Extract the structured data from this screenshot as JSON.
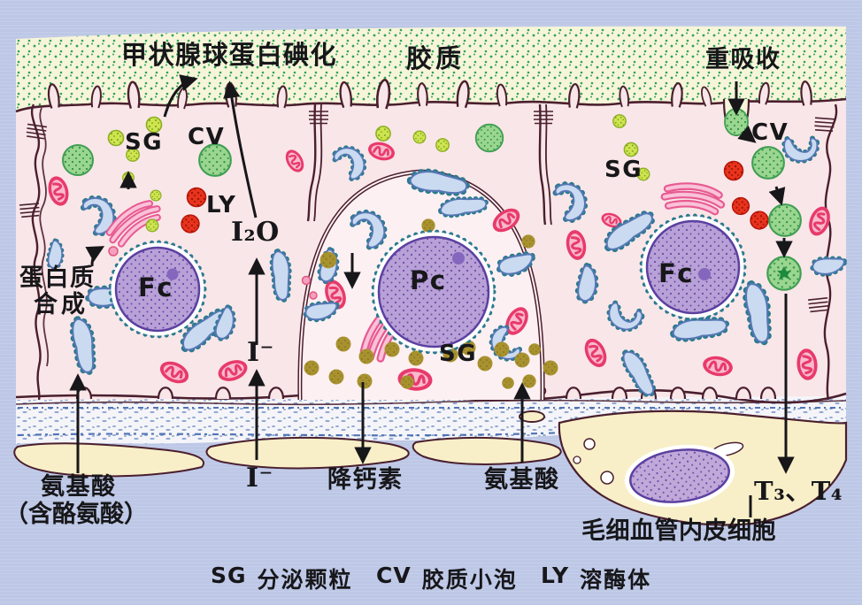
{
  "diagram": {
    "labels": {
      "iodination": "甲状腺球蛋白碘化",
      "colloid": "胶质",
      "reabsorption": "重吸收",
      "sg_left": "SG",
      "cv_left": "CV",
      "ly_left": "LY",
      "i2o": "I₂O",
      "i_minus_cell": "I⁻",
      "protein_synthesis_line1": "蛋白质",
      "protein_synthesis_line2": "合成",
      "fc_left": "Fc",
      "pc": "Pc",
      "sg_pc": "SG",
      "sg_right": "SG",
      "cv_right": "CV",
      "fc_right": "Fc",
      "amino_acid_left": "氨基酸",
      "amino_acid_left_note": "（含酪氨酸）",
      "i_minus_bottom": "I⁻",
      "calcitonin": "降钙素",
      "amino_acid_right": "氨基酸",
      "t3_t4": "T₃、T₄",
      "capillary": "毛细血管内皮细胞"
    },
    "legend": {
      "items": [
        {
          "abbr": "SG",
          "label": "分泌颗粒"
        },
        {
          "abbr": "CV",
          "label": "胶质小泡"
        },
        {
          "abbr": "LY",
          "label": "溶酶体"
        }
      ]
    },
    "icons": {
      "arrow_up": "black line with triangular head pointing up",
      "arrow_down": "black line with triangular head pointing down",
      "arrow_curved": "curved black arrow toward iodination label"
    },
    "colors": {
      "background": "#bdc7e6",
      "colloid": "#f7f5d9",
      "colloid_stipple": "#2fa35a",
      "cytoplasm": "#f9e6e8",
      "pc_cytoplasm": "#fdf0f2",
      "membrane": "#4a1f2e",
      "nucleus_fill": "#b8a1d6",
      "nucleus_outline": "#5b3fa0",
      "er_fill": "#cadaf0",
      "er_dots": "#2b7a8e",
      "mitochondria": "#e83a6b",
      "golgi": "#f8b2cd",
      "colloid_vesicle": "#9ad690",
      "secretory_granule_yellow": "#cfe44f",
      "lysosome": "#e8331d",
      "secretory_granule_olive": "#a8922f",
      "basal_stipple": "#4067ae",
      "connective_tissue": "#f8efc8",
      "text": "#17171a"
    }
  }
}
